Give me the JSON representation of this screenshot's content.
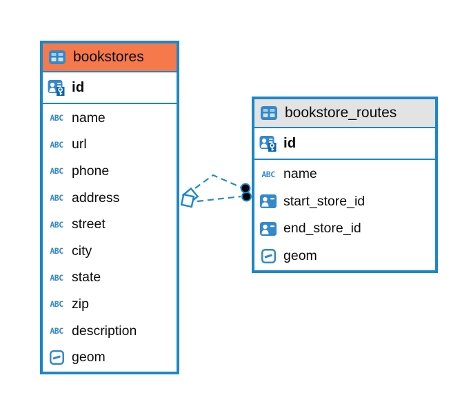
{
  "diagram": {
    "abc_icon_label": "ABC",
    "colors": {
      "accent_blue": "#1b87c9",
      "icon_blue": "#3489cb",
      "bookstores_header_bg": "#f5794a",
      "bookstore_routes_header_bg": "#e3e3e3",
      "canvas_bg": "#ffffff",
      "text": "#0b0b0b"
    },
    "tables": [
      {
        "name": "bookstores",
        "header_bg": "#f5794a",
        "icon": "table-icon",
        "columns": [
          {
            "name": "id",
            "icon": "primary-key-icon",
            "pk": true
          },
          {
            "name": "name",
            "icon": "text-icon"
          },
          {
            "name": "url",
            "icon": "text-icon"
          },
          {
            "name": "phone",
            "icon": "text-icon"
          },
          {
            "name": "address",
            "icon": "text-icon"
          },
          {
            "name": "street",
            "icon": "text-icon"
          },
          {
            "name": "city",
            "icon": "text-icon"
          },
          {
            "name": "state",
            "icon": "text-icon"
          },
          {
            "name": "zip",
            "icon": "text-icon"
          },
          {
            "name": "description",
            "icon": "text-icon"
          },
          {
            "name": "geom",
            "icon": "geometry-icon"
          }
        ]
      },
      {
        "name": "bookstore_routes",
        "header_bg": "#e3e3e3",
        "icon": "table-icon",
        "columns": [
          {
            "name": "id",
            "icon": "primary-key-icon",
            "pk": true
          },
          {
            "name": "name",
            "icon": "text-icon"
          },
          {
            "name": "start_store_id",
            "icon": "foreign-key-icon"
          },
          {
            "name": "end_store_id",
            "icon": "foreign-key-icon"
          },
          {
            "name": "geom",
            "icon": "geometry-icon"
          }
        ]
      }
    ],
    "relations": [
      {
        "from_table": "bookstore_routes",
        "from_column": "start_store_id",
        "to_table": "bookstores",
        "to_column": "id",
        "line_style": "dashed",
        "source_marker": "dot",
        "target_marker": "diamond"
      },
      {
        "from_table": "bookstore_routes",
        "from_column": "end_store_id",
        "to_table": "bookstores",
        "to_column": "id",
        "line_style": "dashed",
        "source_marker": "dot",
        "target_marker": "diamond"
      }
    ]
  }
}
